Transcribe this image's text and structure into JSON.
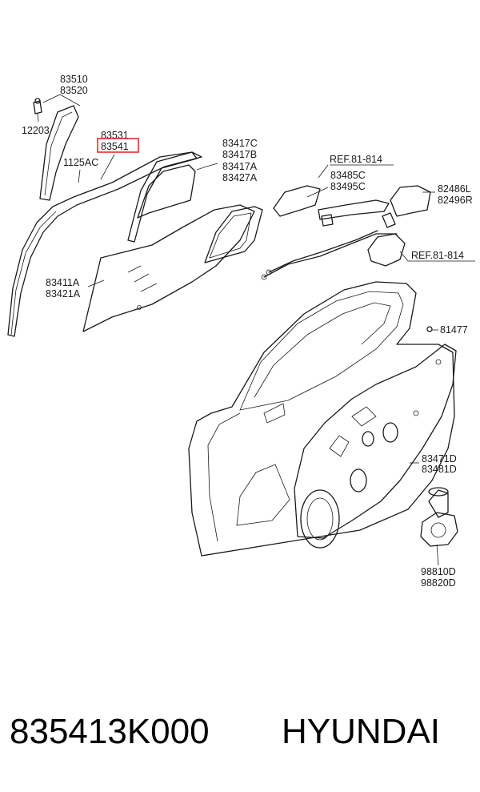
{
  "labels": {
    "p83510": "83510",
    "p83520": "83520",
    "p12203": "12203",
    "p83531": "83531",
    "p83541": "83541",
    "p1125ac": "1125AC",
    "p83417c": "83417C",
    "p83417b": "83417B",
    "p83417a": "83417A",
    "p83427a": "83427A",
    "ref1": "REF.81-814",
    "p83485c": "83485C",
    "p83495c": "83495C",
    "p82486l": "82486L",
    "p82496r": "82496R",
    "ref2": "REF.81-814",
    "p83411a": "83411A",
    "p83421a": "83421A",
    "p81477": "81477",
    "p83471d": "83471D",
    "p83481d": "83481D",
    "p98810d": "98810D",
    "p98820d": "98820D"
  },
  "highlight": {
    "part": "83541",
    "color": "#e0302a"
  },
  "caption": {
    "part_number": "835413K000",
    "brand": "HYUNDAI"
  }
}
